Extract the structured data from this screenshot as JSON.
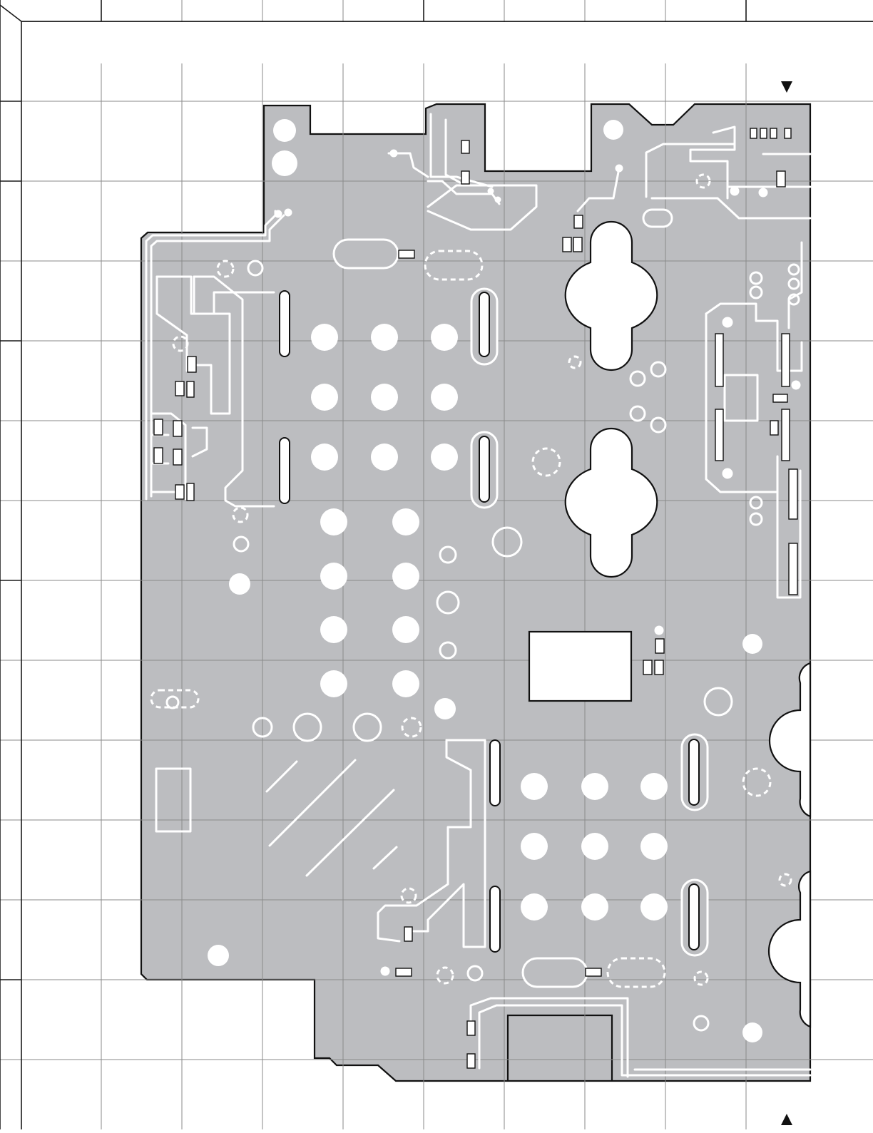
{
  "diagram": {
    "type": "pcb-layout",
    "colors": {
      "board": "#bcbdc0",
      "copper_clearance": "#ffffff",
      "outline": "#111111",
      "grid": "#8a8a8a"
    },
    "markers": [
      {
        "name": "cut-marker-top",
        "glyph": "down-triangle"
      },
      {
        "name": "cut-marker-bottom",
        "glyph": "up-triangle"
      }
    ]
  }
}
